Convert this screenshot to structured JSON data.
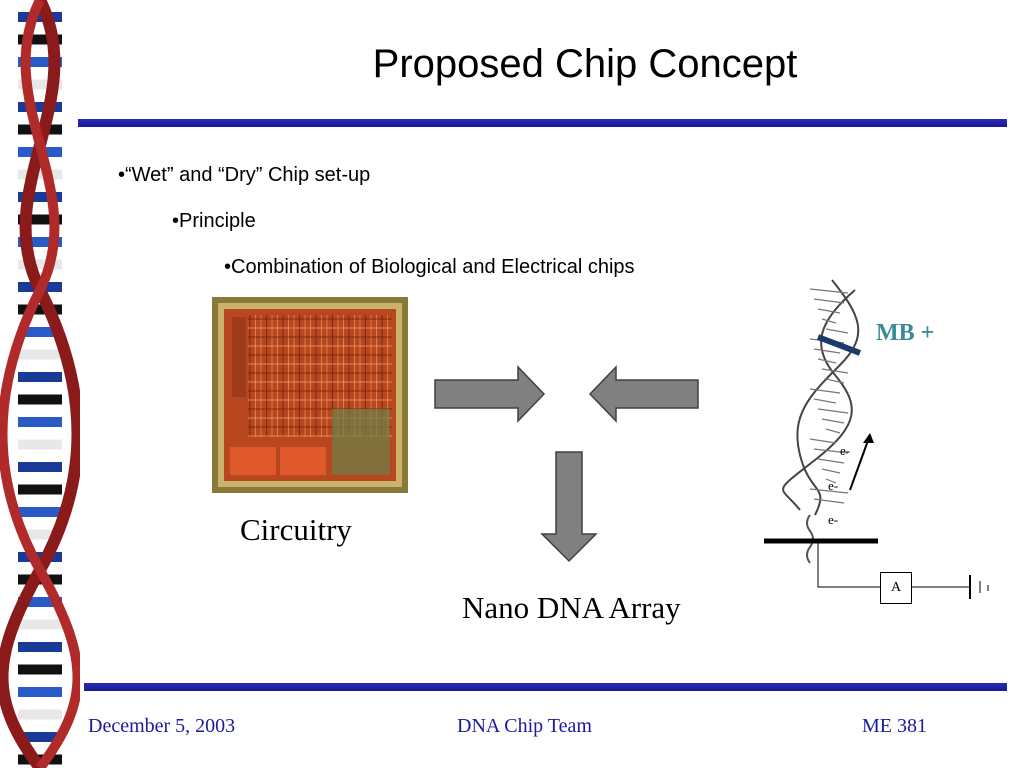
{
  "slide": {
    "title": "Proposed Chip Concept",
    "bullets": [
      "•“Wet” and “Dry” Chip set-up",
      "•Principle",
      "•Combination of Biological and Electrical chips"
    ],
    "captions": {
      "circuitry": "Circuitry",
      "array": "Nano DNA Array"
    },
    "sensor": {
      "label": "MB +",
      "electrons": [
        "e-",
        "e-",
        "e-"
      ],
      "meter": "A"
    }
  },
  "footer": {
    "date": "December 5, 2003",
    "team": "DNA Chip Team",
    "course": "ME 381"
  },
  "colors": {
    "title_bar": "#1a1aa0",
    "footer_text": "#1a1aa0",
    "arrow_fill": "#808080",
    "chip_orange": "#d2512a",
    "mb_label": "#3a8a9a"
  },
  "icons": [
    "dna-helix-icon",
    "right-arrow-icon",
    "left-arrow-icon",
    "down-arrow-icon"
  ]
}
